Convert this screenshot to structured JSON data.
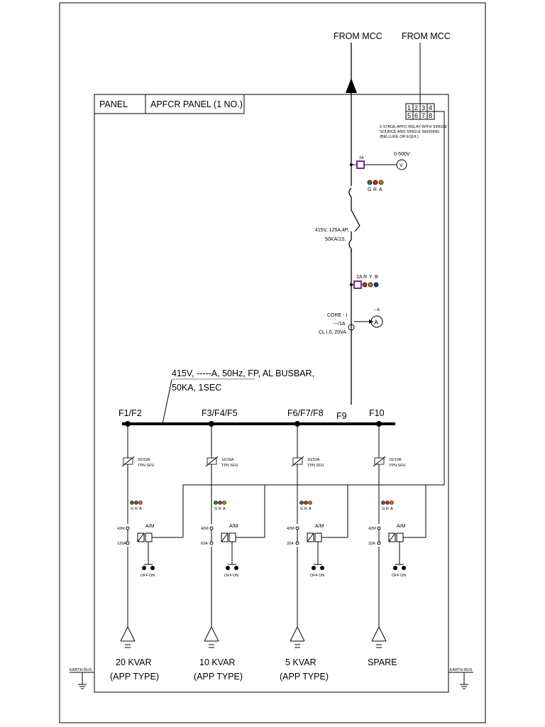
{
  "source_labels": [
    "FROM MCC",
    "FROM MCC"
  ],
  "panel_header": {
    "label": "PANEL",
    "value": "APFCR PANEL (1 NO.)"
  },
  "relay": {
    "terminals_top": [
      "1",
      "2",
      "3",
      "4"
    ],
    "terminals_bottom": [
      "5",
      "6",
      "7",
      "8"
    ],
    "note_lines": [
      "6 STAGE APFC RELAY WITH SINGLE",
      "SOURCE AND SINGLE SENSING",
      "(BELLUKE OR EQUI.)"
    ]
  },
  "voltmeter": {
    "range": "0-500V",
    "symbol": "V",
    "fuse_label": "2A"
  },
  "indicating_lamps": [
    "G",
    "R",
    "A"
  ],
  "incomer": {
    "lines": [
      "415V, 125A,4P,",
      "50KA/1S."
    ]
  },
  "fuse_lamps": {
    "rating": "2A",
    "lamps": [
      "R",
      "Y",
      "B"
    ]
  },
  "ct": {
    "lines": [
      "CORE - I",
      "---/1A",
      "CL I.0, 20VA"
    ],
    "ammeter_symbol": "A",
    "ammeter_range": "---A"
  },
  "busbar": {
    "lines": [
      "415V, -----A, 50Hz, FP, AL BUSBAR,",
      "50KA, 1SEC"
    ],
    "tap_label": "F9"
  },
  "feeders": [
    {
      "tag": "F1/F2",
      "sfu": [
        "32/32A",
        "TPN SFU"
      ],
      "contactor": "42M",
      "mccb": "125A",
      "am": "A/M",
      "lamps": [
        "G",
        "R",
        "A"
      ],
      "pb": [
        "OFF",
        "ON"
      ],
      "load": [
        "20 KVAR",
        "(APP TYPE)"
      ]
    },
    {
      "tag": "F3/F4/F5",
      "sfu": [
        "16/16A",
        "TPN SFU"
      ],
      "contactor": "42M",
      "mccb": "63A",
      "am": "A/M",
      "lamps": [
        "G",
        "R",
        "A"
      ],
      "pb": [
        "OFF",
        "ON"
      ],
      "load": [
        "10 KVAR",
        "(APP TYPE)"
      ]
    },
    {
      "tag": "F6/F7/F8",
      "sfu": [
        "10/10A",
        "TPN SFU"
      ],
      "contactor": "42M",
      "mccb": "32A",
      "am": "A/M",
      "lamps": [
        "G",
        "R",
        "A"
      ],
      "pb": [
        "OFF",
        "ON"
      ],
      "load": [
        "5 KVAR",
        "(APP TYPE)"
      ]
    },
    {
      "tag": "F10",
      "sfu": [
        "10/10A",
        "TPN SFU"
      ],
      "contactor": "42M",
      "mccb": "32A",
      "am": "A/M",
      "lamps": [
        "G",
        "R",
        "A"
      ],
      "pb": [
        "OFF",
        "ON"
      ],
      "load": [
        "SPARE"
      ]
    }
  ],
  "earth": [
    "EARTH BUS",
    "EARTH BUS"
  ],
  "colors": {
    "line": "#000000",
    "fuse": "#7a2a8c",
    "lamp_green": "#2e7d32",
    "lamp_red": "#c62828",
    "lamp_amber": "#c77800",
    "busbar_underline": "#9e9e9e"
  }
}
